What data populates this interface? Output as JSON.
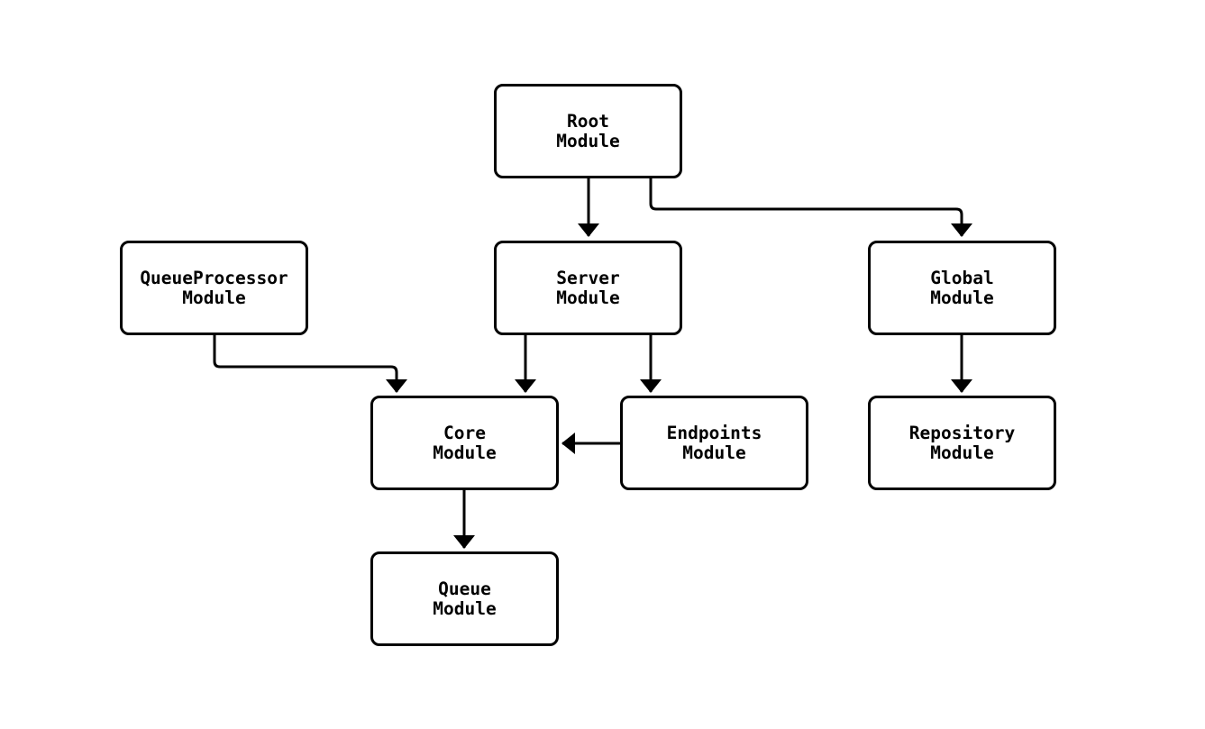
{
  "diagram": {
    "type": "module-dependency-flowchart",
    "background_color": "#ffffff",
    "node_fill_color": "#ffffff",
    "stroke_color": "#000000",
    "text_color": "#000000"
  },
  "nodes": [
    {
      "id": "root",
      "label": "Root\nModule"
    },
    {
      "id": "queue-processor",
      "label": "QueueProcessor\nModule"
    },
    {
      "id": "server",
      "label": "Server\nModule"
    },
    {
      "id": "global",
      "label": "Global\nModule"
    },
    {
      "id": "core",
      "label": "Core\nModule"
    },
    {
      "id": "endpoints",
      "label": "Endpoints\nModule"
    },
    {
      "id": "repository",
      "label": "Repository\nModule"
    },
    {
      "id": "queue",
      "label": "Queue\nModule"
    }
  ],
  "edges": [
    {
      "from": "root",
      "to": "server"
    },
    {
      "from": "root",
      "to": "global"
    },
    {
      "from": "queue-processor",
      "to": "core"
    },
    {
      "from": "server",
      "to": "core"
    },
    {
      "from": "server",
      "to": "endpoints"
    },
    {
      "from": "endpoints",
      "to": "core"
    },
    {
      "from": "global",
      "to": "repository"
    },
    {
      "from": "core",
      "to": "queue"
    }
  ]
}
